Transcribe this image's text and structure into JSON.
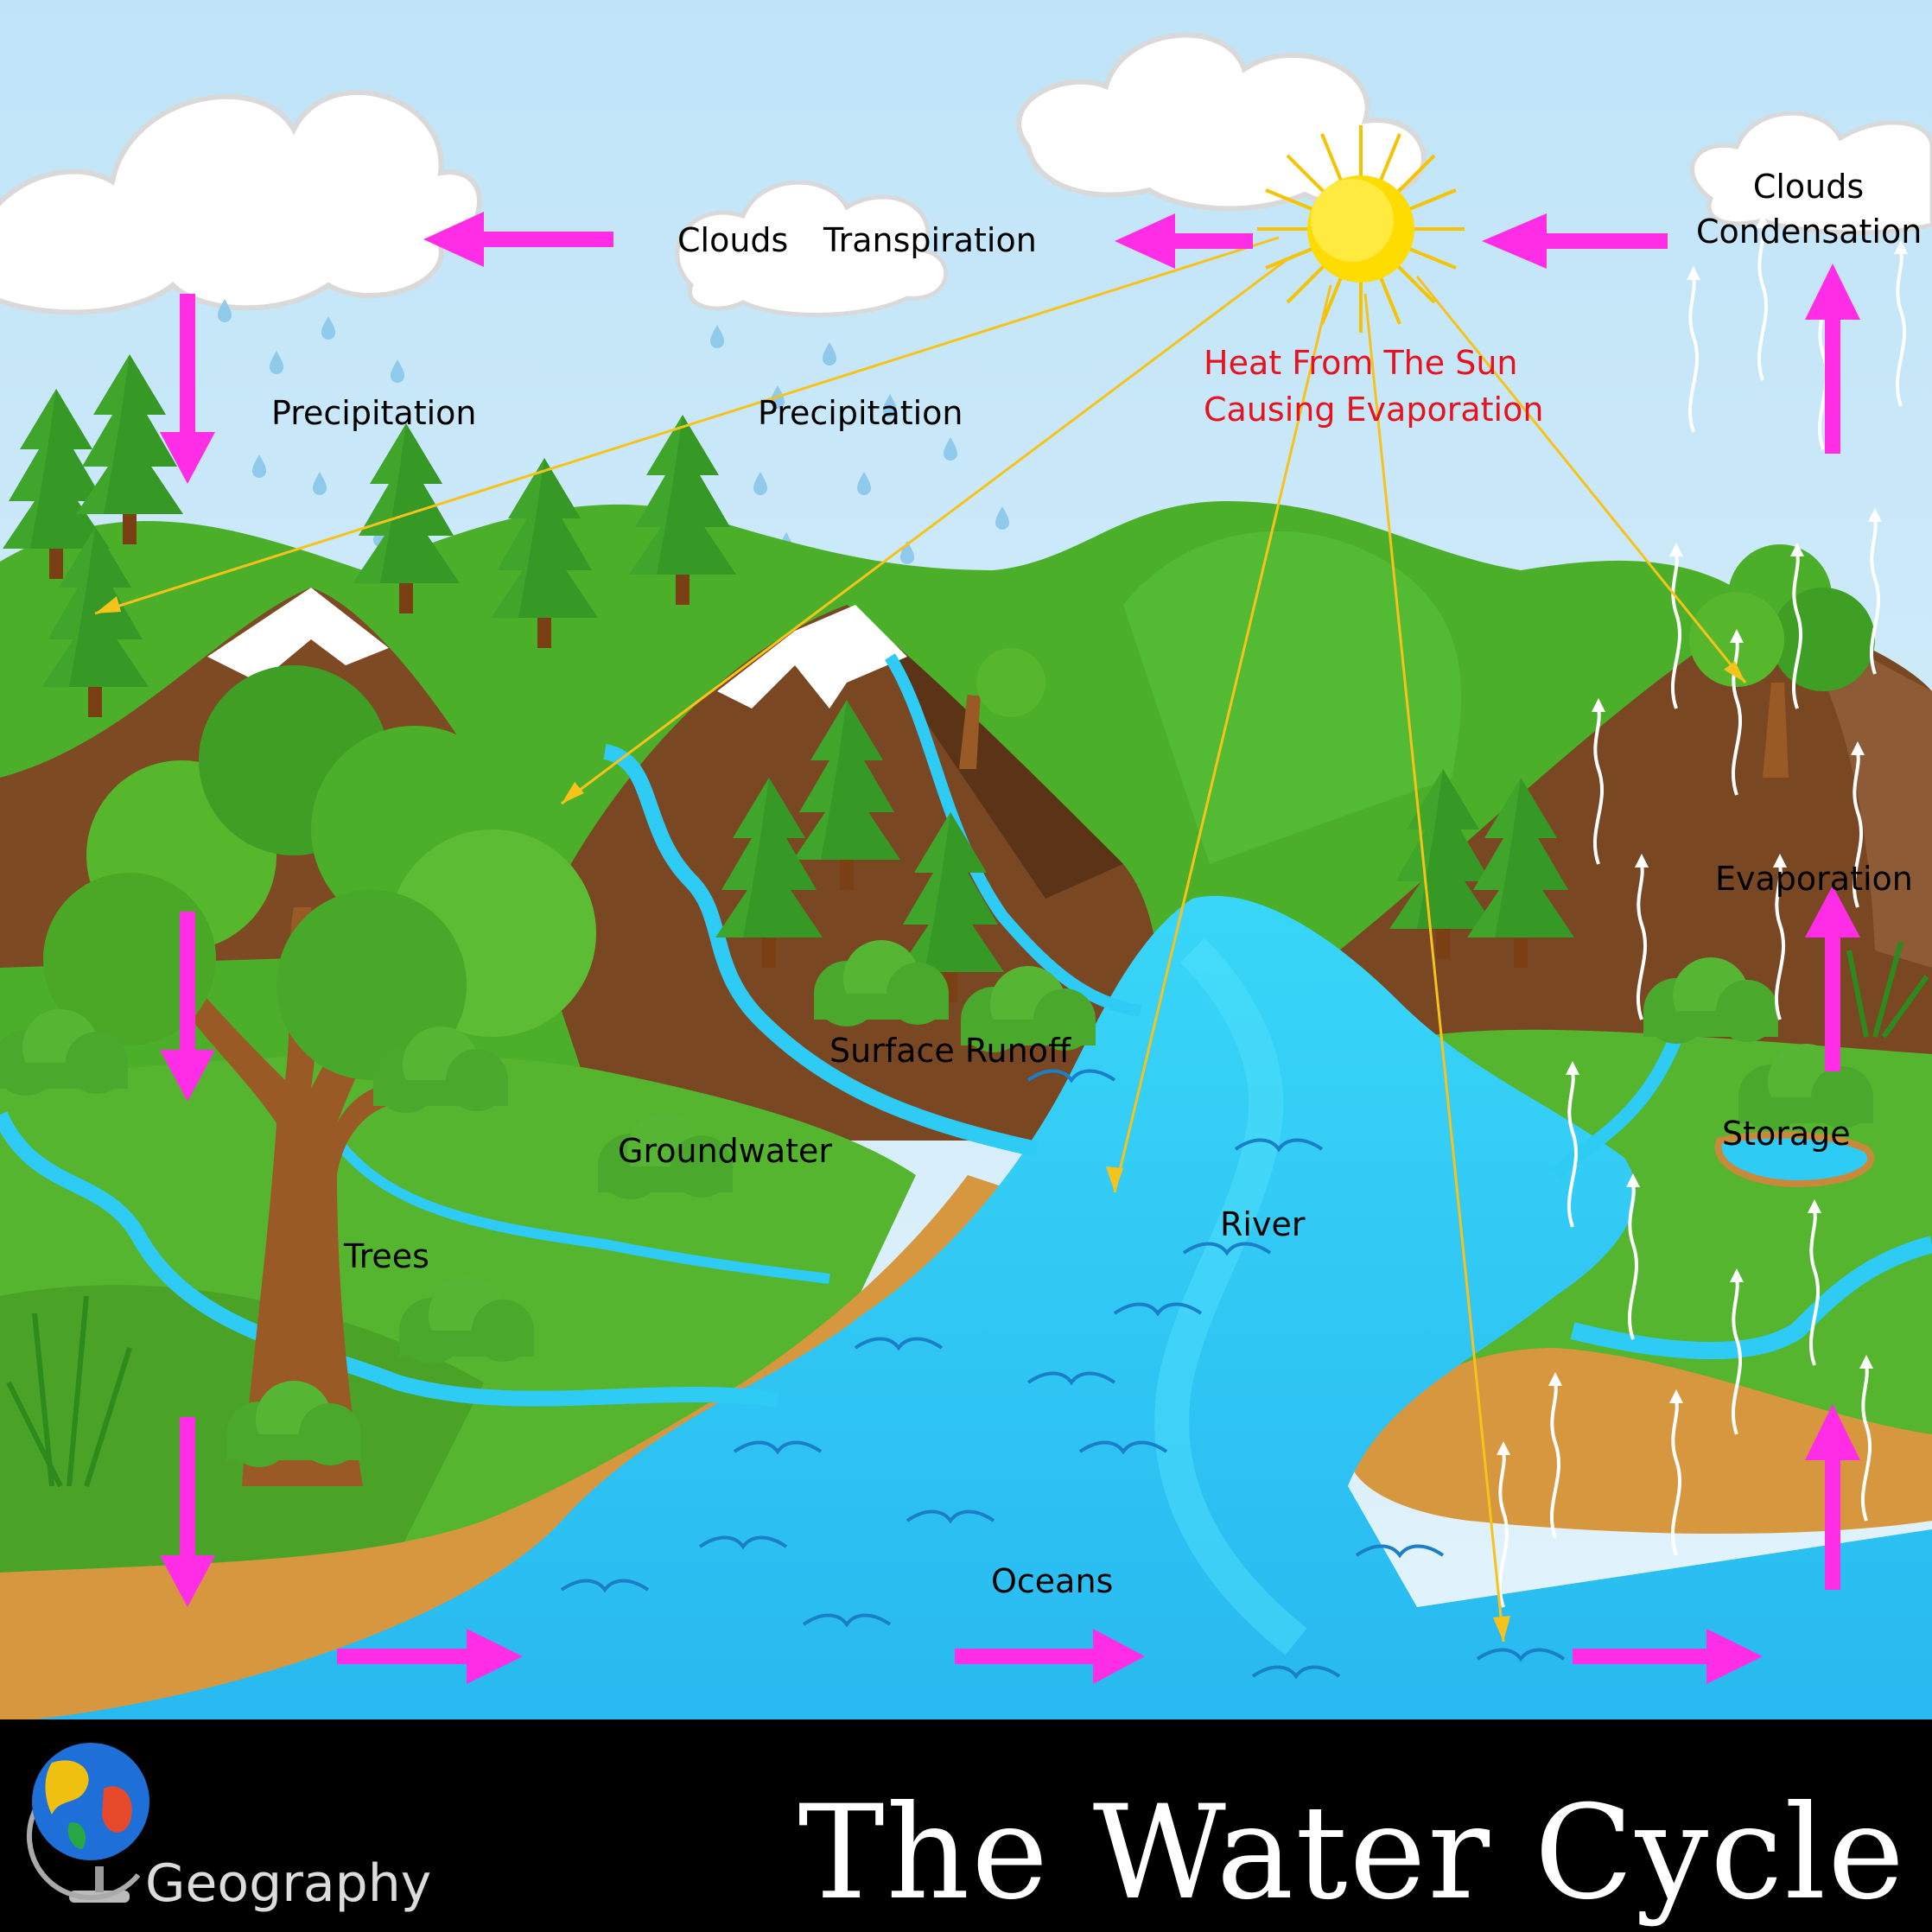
{
  "labels": {
    "clouds_left": "Clouds",
    "transpiration": "Transpiration",
    "clouds_right": "Clouds",
    "condensation": "Condensation",
    "precipitation_left": "Precipitation",
    "precipitation_mid": "Precipitation",
    "heat_line1": "Heat From The Sun",
    "heat_line2": "Causing Evaporation",
    "evaporation": "Evaporation",
    "surface_runoff": "Surface Runoff",
    "groundwater": "Groundwater",
    "storage": "Storage",
    "river": "River",
    "trees": "Trees",
    "oceans": "Oceans"
  },
  "footer": {
    "title": "The Water Cycle",
    "brand": "Geography"
  },
  "colors": {
    "sky": "#cfe9f7",
    "arrow": "#ff2ee6",
    "heat_text": "#e8121e",
    "water": "#2ecbf5",
    "grass": "#5db82a",
    "mountain": "#7a4a23",
    "sun": "#ffd800",
    "footer_bg": "#000000"
  }
}
